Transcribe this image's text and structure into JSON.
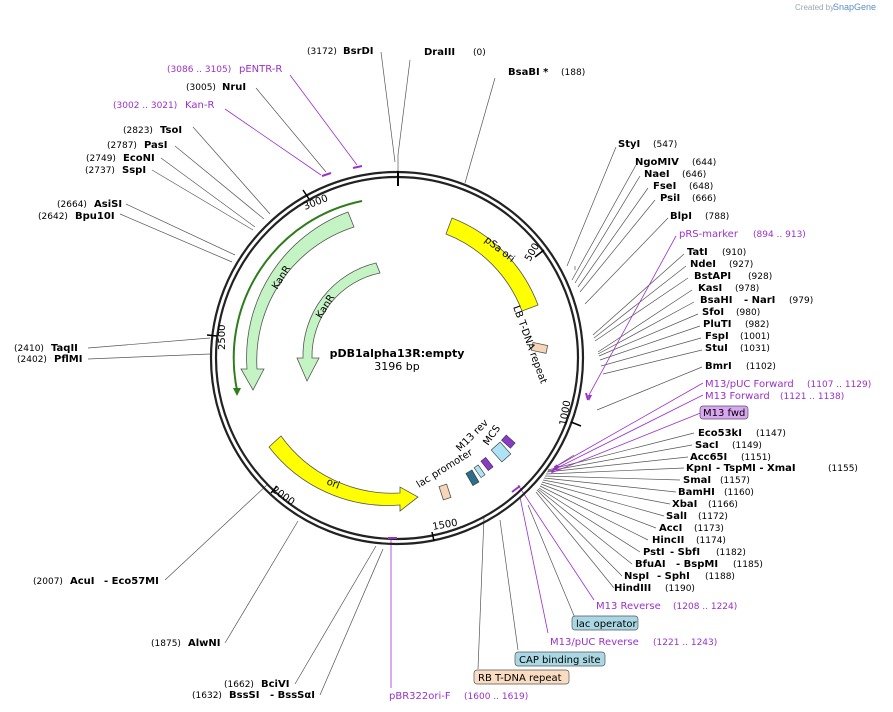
{
  "credit": {
    "text": "Created by",
    "brand": "SnapGene"
  },
  "plasmid": {
    "name": "pDB1alpha13R:empty",
    "length": "3196 bp"
  },
  "ticks": [
    "500",
    "1000",
    "1500",
    "2000",
    "2500",
    "3000"
  ],
  "features": {
    "psa_ori": "pSa ori",
    "lb_repeat": "LB T-DNA repeat",
    "kanr_outer": "KanR",
    "kanr_inner": "KanR",
    "ori": "ori",
    "lac_promoter": "lac promoter",
    "m13_rev": "M13 rev",
    "mcs": "MCS"
  },
  "sites_left": [
    {
      "num": "(3172)",
      "name": "BsrDI"
    },
    {
      "num": "(3005)",
      "name": "NruI"
    },
    {
      "num": "(2823)",
      "name": "TsoI"
    },
    {
      "num": "(2787)",
      "name": "PasI"
    },
    {
      "num": "(2749)",
      "name": "EcoNI"
    },
    {
      "num": "(2737)",
      "name": "SspI"
    },
    {
      "num": "(2664)",
      "name": "AsiSI"
    },
    {
      "num": "(2642)",
      "name": "Bpu10I"
    },
    {
      "num": "(2410)",
      "name": "TaqII"
    },
    {
      "num": "(2402)",
      "name": "PflMI"
    },
    {
      "num": "(2007)",
      "name": "AcuI",
      "extra": "- Eco57MI"
    },
    {
      "num": "(1875)",
      "name": "AlwNI"
    },
    {
      "num": "(1662)",
      "name": "BciVI"
    },
    {
      "num": "(1632)",
      "name": "BssSI",
      "extra": "- BssSαI"
    }
  ],
  "sites_top": [
    {
      "name": "DraIII",
      "num": "(0)"
    },
    {
      "name": "BsaBI *",
      "num": "(188)"
    }
  ],
  "sites_right": [
    {
      "name": "StyI",
      "num": "(547)"
    },
    {
      "name": "NgoMIV",
      "num": "(644)"
    },
    {
      "name": "NaeI",
      "num": "(646)"
    },
    {
      "name": "FseI",
      "num": "(648)"
    },
    {
      "name": "PsiI",
      "num": "(666)"
    },
    {
      "name": "BlpI",
      "num": "(788)"
    },
    {
      "name": "TatI",
      "num": "(910)"
    },
    {
      "name": "NdeI",
      "num": "(927)"
    },
    {
      "name": "BstAPI",
      "num": "(928)"
    },
    {
      "name": "KasI",
      "num": "(978)"
    },
    {
      "name": "BsaHI",
      "extra": "- NarI",
      "num": "(979)"
    },
    {
      "name": "SfoI",
      "num": "(980)"
    },
    {
      "name": "PluTI",
      "num": "(982)"
    },
    {
      "name": "FspI",
      "num": "(1001)"
    },
    {
      "name": "StuI",
      "num": "(1031)"
    },
    {
      "name": "BmrI",
      "num": "(1102)"
    },
    {
      "name": "Eco53kI",
      "num": "(1147)"
    },
    {
      "name": "SacI",
      "num": "(1149)"
    },
    {
      "name": "Acc65I",
      "num": "(1151)"
    },
    {
      "name": "KpnI",
      "extra": "- TspMI - XmaI",
      "num": "(1155)"
    },
    {
      "name": "SmaI",
      "num": "(1157)"
    },
    {
      "name": "BamHI",
      "num": "(1160)"
    },
    {
      "name": "XbaI",
      "num": "(1166)"
    },
    {
      "name": "SalI",
      "num": "(1172)"
    },
    {
      "name": "AccI",
      "num": "(1173)"
    },
    {
      "name": "HincII",
      "num": "(1174)"
    },
    {
      "name": "PstI",
      "extra": "- SbfI",
      "num": "(1182)"
    },
    {
      "name": "BfuAI",
      "extra": "- BspMI",
      "num": "(1185)"
    },
    {
      "name": "NspI",
      "extra": "- SphI",
      "num": "(1188)"
    },
    {
      "name": "HindIII",
      "num": "(1190)"
    }
  ],
  "primers": {
    "pentr_r": {
      "num": "(3086 .. 3105)",
      "name": "pENTR-R"
    },
    "kan_r": {
      "num": "(3002 .. 3021)",
      "name": "Kan-R"
    },
    "prs_marker": {
      "name": "pRS-marker",
      "num": "(894 .. 913)"
    },
    "m13_puc_fwd": {
      "name": "M13/pUC Forward",
      "num": "(1107 .. 1129)"
    },
    "m13_fwd": {
      "name": "M13 Forward",
      "num": "(1121 .. 1138)"
    },
    "m13_fwd_box": "M13 fwd",
    "m13_rev": {
      "name": "M13 Reverse",
      "num": "(1208 .. 1224)"
    },
    "m13_puc_rev": {
      "name": "M13/pUC Reverse",
      "num": "(1221 .. 1243)"
    },
    "pbr322_ori_f": {
      "name": "pBR322ori-F",
      "num": "(1600 .. 1619)"
    }
  },
  "boxes": {
    "lac_operator": "lac operator",
    "cap_site": "CAP binding site",
    "rb_repeat": "RB T-DNA repeat"
  },
  "colors": {
    "primer": "#9b30c9",
    "psa_ori": "#ffff00",
    "kanr": "#c5f4c4",
    "lac": "#f5d6b6",
    "cap": "#a9d7e3",
    "mcs": "#aee3f5"
  }
}
